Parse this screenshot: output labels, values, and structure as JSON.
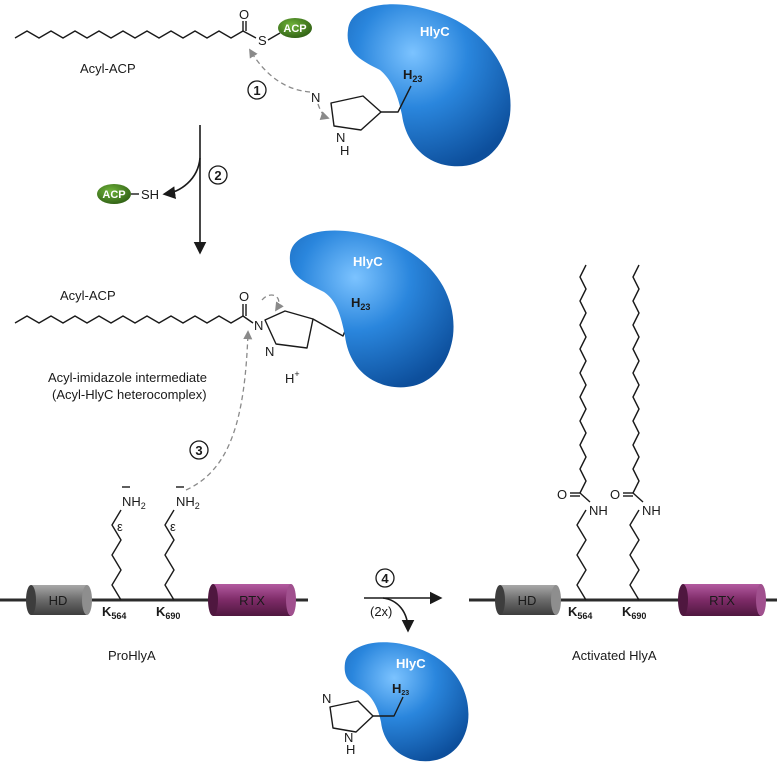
{
  "colors": {
    "enzyme": "#1e73c6",
    "acp": "#3f7a1c",
    "hd": "#6b6b6b",
    "rtx": "#7d2b67",
    "dashed": "#8a8a8a"
  },
  "labels": {
    "acyl_acp_top": "Acyl-ACP",
    "acyl_acp_mid": "Acyl-ACP",
    "intermediate_line1": "Acyl-imidazole intermediate",
    "intermediate_line2": "(Acyl-HlyC heterocomplex)",
    "prohlya": "ProHlyA",
    "activated_hlya": "Activated HlyA",
    "two_x": "(2x)"
  },
  "enzyme": {
    "name": "HlyC",
    "residue": "H",
    "residue_num": "23"
  },
  "acp": {
    "name": "ACP",
    "sh": "SH",
    "s": "S"
  },
  "atoms": {
    "O": "O",
    "N": "N",
    "H": "H",
    "NH": "NH",
    "NH2": "NH",
    "NH2_sub": "2",
    "eps": "ε",
    "Hplus": "H",
    "plus": "+"
  },
  "domains": {
    "hd": "HD",
    "rtx": "RTX"
  },
  "lysines": [
    {
      "letter": "K",
      "number": "564"
    },
    {
      "letter": "K",
      "number": "690"
    }
  ],
  "steps": [
    "1",
    "2",
    "3",
    "4"
  ]
}
